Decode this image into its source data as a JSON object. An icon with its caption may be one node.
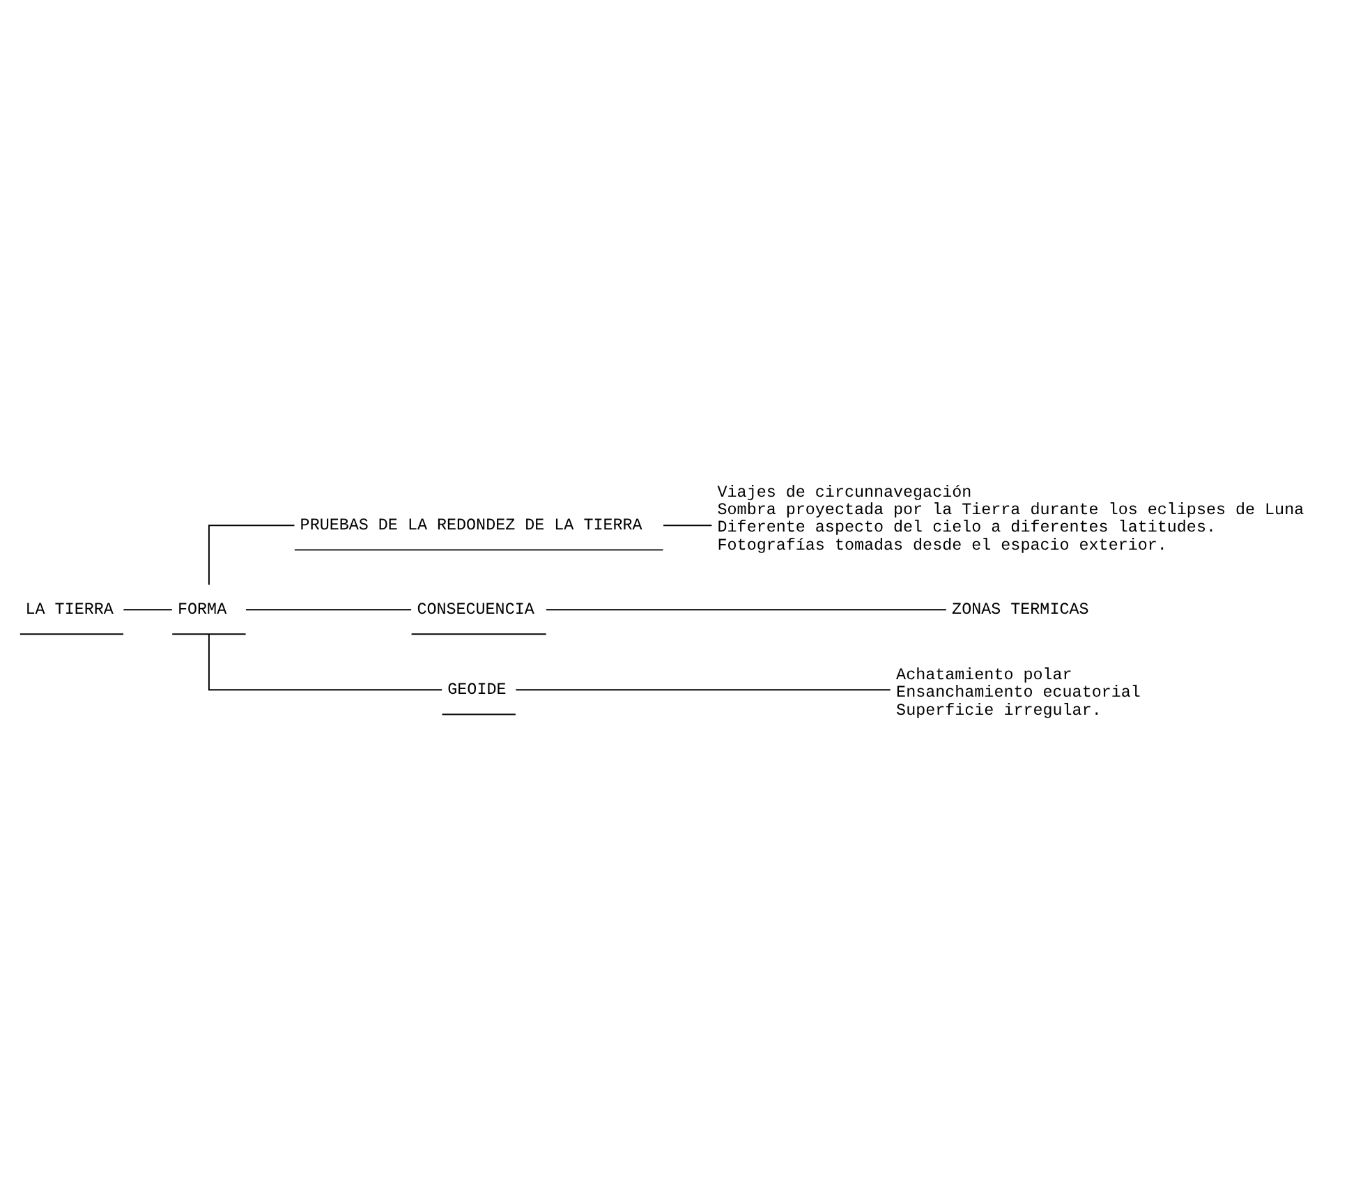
{
  "diagram": {
    "nodes": [
      {
        "text": [
          "LA TIERRA"
        ]
      },
      {
        "text": [
          "FORMA"
        ]
      },
      {
        "text": [
          "PRUEBAS DE LA REDONDEZ DE LA TIERRA"
        ]
      },
      {
        "text": [
          "Viajes de circunnavegación",
          "Sombra proyectada por la Tierra durante los eclipses de Luna",
          "Diferente aspecto del cielo a diferentes latitudes.",
          "Fotografías tomadas desde el espacio exterior."
        ]
      },
      {
        "text": [
          "CONSECUENCIA"
        ]
      },
      {
        "text": [
          "ZONAS TERMICAS"
        ]
      },
      {
        "text": [
          "GEOIDE"
        ]
      },
      {
        "text": [
          "Achatamiento polar",
          "Ensanchamiento ecuatorial",
          "Superficie irregular."
        ]
      }
    ],
    "edges": [
      {
        "from": 0,
        "to": 1,
        "arrow": "none"
      },
      {
        "from": 1,
        "to": 2,
        "arrow": "none"
      },
      {
        "from": 2,
        "to": 3,
        "arrow": "none"
      },
      {
        "from": 1,
        "to": 4,
        "arrow": "none"
      },
      {
        "from": 4,
        "to": 5,
        "arrow": "none"
      },
      {
        "from": 1,
        "to": 6,
        "arrow": "none"
      },
      {
        "from": 6,
        "to": 7,
        "arrow": "none"
      }
    ]
  }
}
